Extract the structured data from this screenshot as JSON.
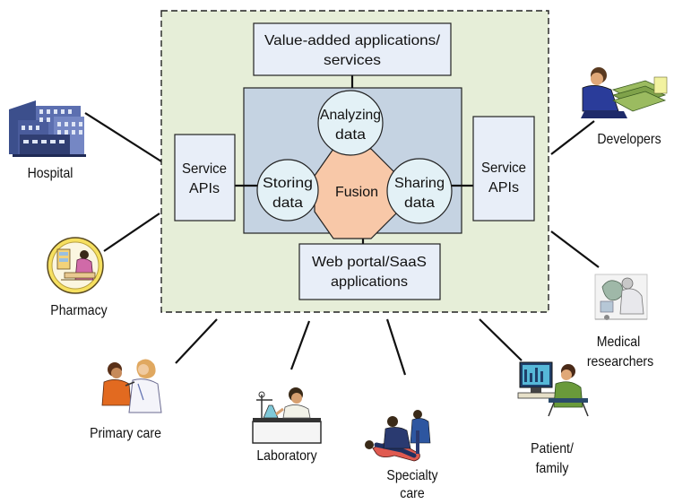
{
  "platform": {
    "value_added": [
      "Value-added applications/",
      "services"
    ],
    "service_apis_left": [
      "Service",
      "APIs"
    ],
    "service_apis_right": [
      "Service",
      "APIs"
    ],
    "web_portal": [
      "Web portal/SaaS",
      "applications"
    ],
    "analyzing": [
      "Analyzing",
      "data"
    ],
    "storing": [
      "Storing",
      "data"
    ],
    "sharing": [
      "Sharing",
      "data"
    ],
    "fusion": "Fusion"
  },
  "actors": {
    "hospital": "Hospital",
    "pharmacy": "Pharmacy",
    "primary_care": "Primary care",
    "laboratory": "Laboratory",
    "specialty_care": [
      "Specialty",
      "care"
    ],
    "patient_family": [
      "Patient/",
      "family"
    ],
    "medical_researchers": [
      "Medical",
      "researchers"
    ],
    "developers": "Developers"
  },
  "colors": {
    "platform_fill": "#e6eed8",
    "inner_fill": "#c5d3e2",
    "box_fill": "#e8eef8",
    "circle_fill": "#e3f1f6",
    "fusion_fill": "#f8c8a8"
  }
}
